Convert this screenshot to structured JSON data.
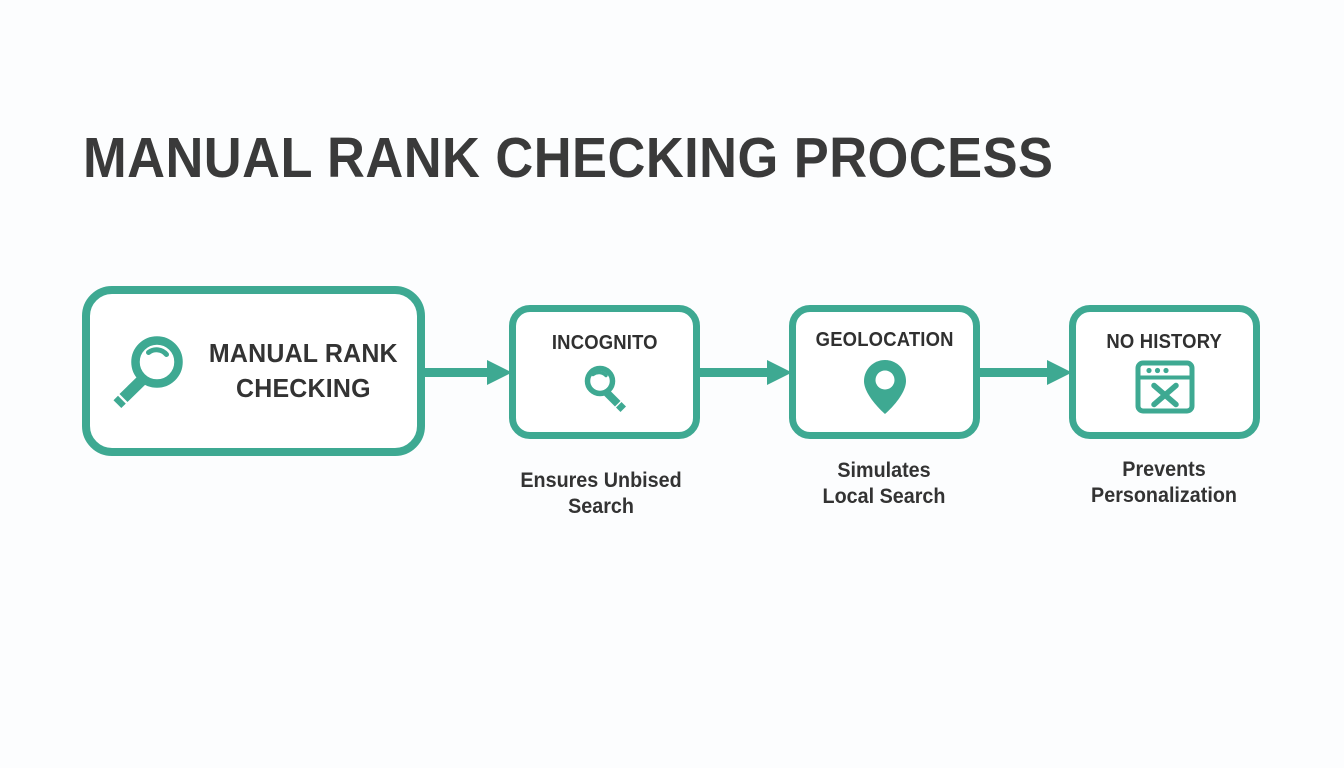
{
  "page": {
    "title": "MANUAL RANK CHECKING PROCESS",
    "background_color": "#fcfdfe",
    "accent_color": "#3ea992",
    "text_color": "#333333"
  },
  "flow": {
    "primary": {
      "icon": "magnifier-icon",
      "label_line_1": "MANUAL RANK",
      "label_line_2": "CHECKING"
    },
    "steps": [
      {
        "label": "INCOGNITO",
        "icon": "magnifier-small-icon",
        "caption_line_1": "Ensures Unbised",
        "caption_line_2": "Search"
      },
      {
        "label": "GEOLOCATION",
        "icon": "map-pin-icon",
        "caption_line_1": "Simulates",
        "caption_line_2": "Local Search"
      },
      {
        "label": "NO HISTORY",
        "icon": "browser-window-x-icon",
        "caption_line_1": "Prevents",
        "caption_line_2": "Personalization"
      }
    ],
    "connectors": [
      {
        "name": "arrow-right-icon"
      },
      {
        "name": "arrow-right-icon"
      },
      {
        "name": "arrow-right-icon"
      }
    ]
  }
}
